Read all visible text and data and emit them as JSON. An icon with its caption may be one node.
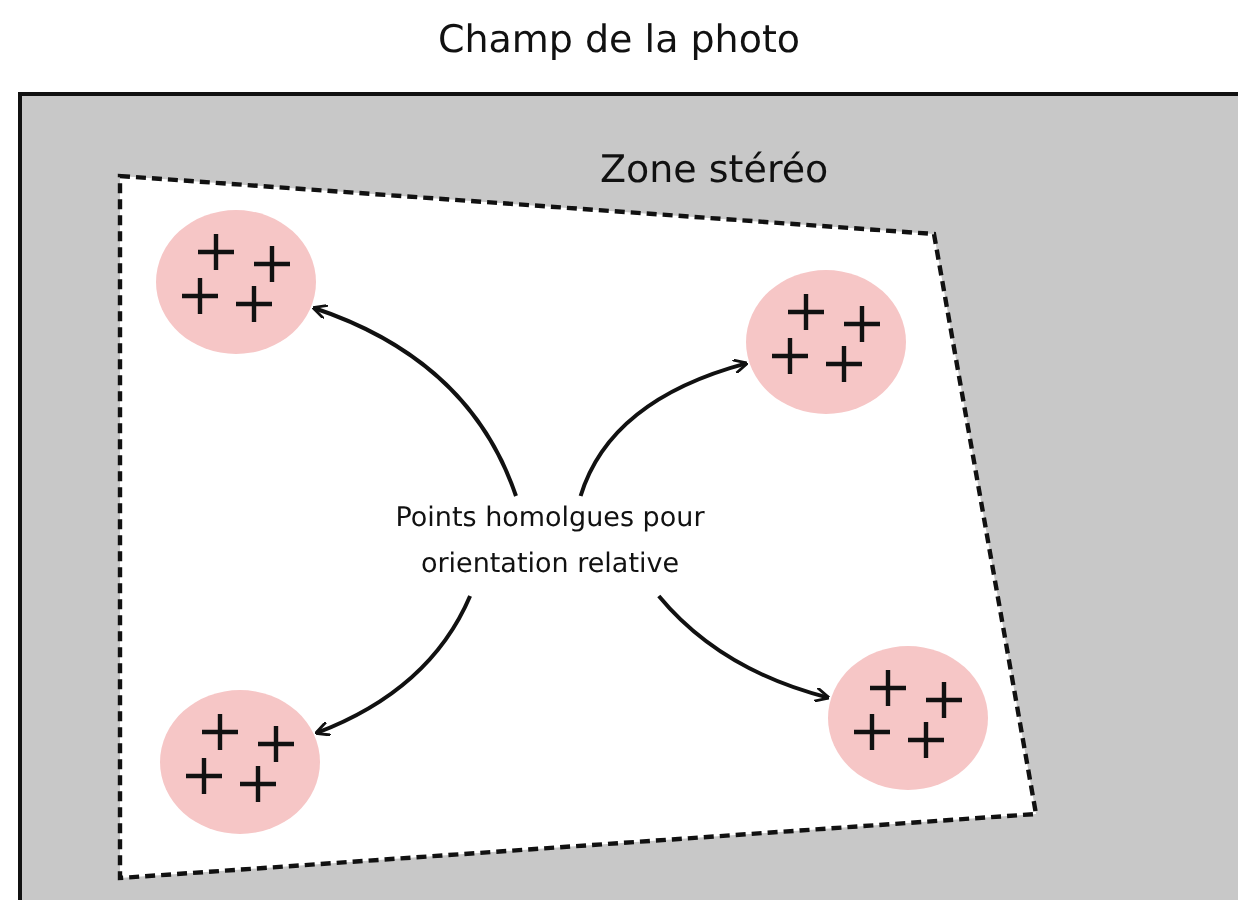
{
  "diagram": {
    "nodes": [
      {
        "text": [
          "Champ de la photo"
        ]
      },
      {
        "text": [
          "Zone stéréo"
        ],
        "in": 0
      },
      {
        "text": [
          "Points homolgues pour orientation relative"
        ],
        "in": 1
      },
      {
        "text": [],
        "shape": "circle",
        "in": 1
      },
      {
        "text": [],
        "shape": "circle",
        "in": 1
      },
      {
        "text": [],
        "shape": "circle",
        "in": 1
      },
      {
        "text": [],
        "shape": "circle",
        "in": 1
      }
    ],
    "edges": [
      {
        "from": 2,
        "to": 3,
        "arrow": "to"
      },
      {
        "from": 2,
        "to": 4,
        "arrow": "to"
      },
      {
        "from": 2,
        "to": 5,
        "arrow": "to"
      },
      {
        "from": 2,
        "to": 6,
        "arrow": "to"
      }
    ]
  }
}
